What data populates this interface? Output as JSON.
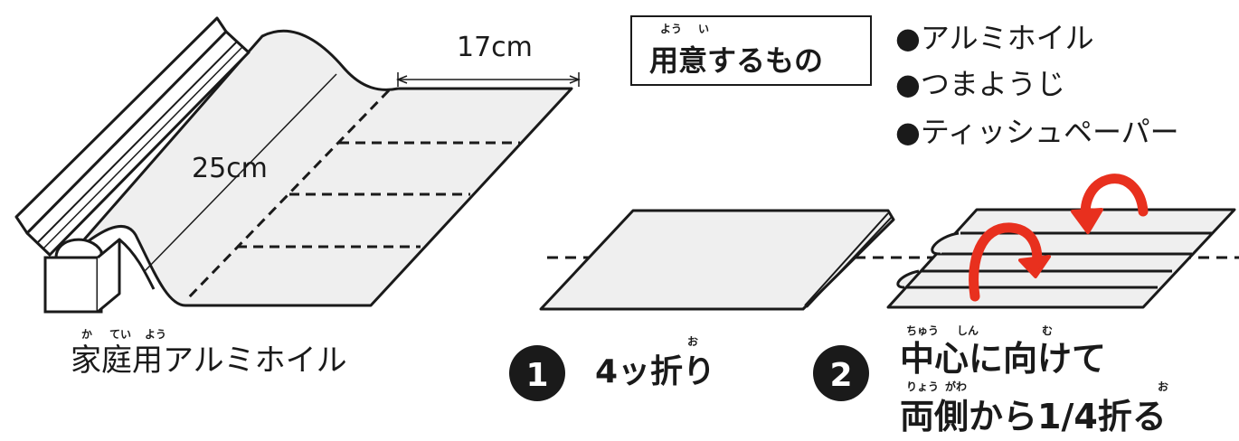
{
  "materials": {
    "header": "用意するもの",
    "header_ruby": [
      "よう",
      "い"
    ],
    "items": [
      "●アルミホイル",
      "●つまようじ",
      "●ティッシュペーパー"
    ]
  },
  "foil": {
    "label": "家庭用アルミホイル",
    "label_ruby": [
      "か",
      "てい",
      "よう"
    ],
    "width": "17cm",
    "length": "25cm"
  },
  "steps": [
    {
      "number": "1",
      "text": "4ッ折り",
      "ruby": [
        "お"
      ]
    },
    {
      "number": "2",
      "lines": [
        "中心に向けて",
        "両側から1/4折る"
      ],
      "ruby_line1": [
        "ちゅう",
        "しん",
        "む"
      ],
      "ruby_line2": [
        "りょう",
        "がわ",
        "お"
      ]
    }
  ],
  "colors": {
    "ink": "#1a1a1a",
    "paper": "#efefef",
    "arrow": "#e8301e"
  }
}
